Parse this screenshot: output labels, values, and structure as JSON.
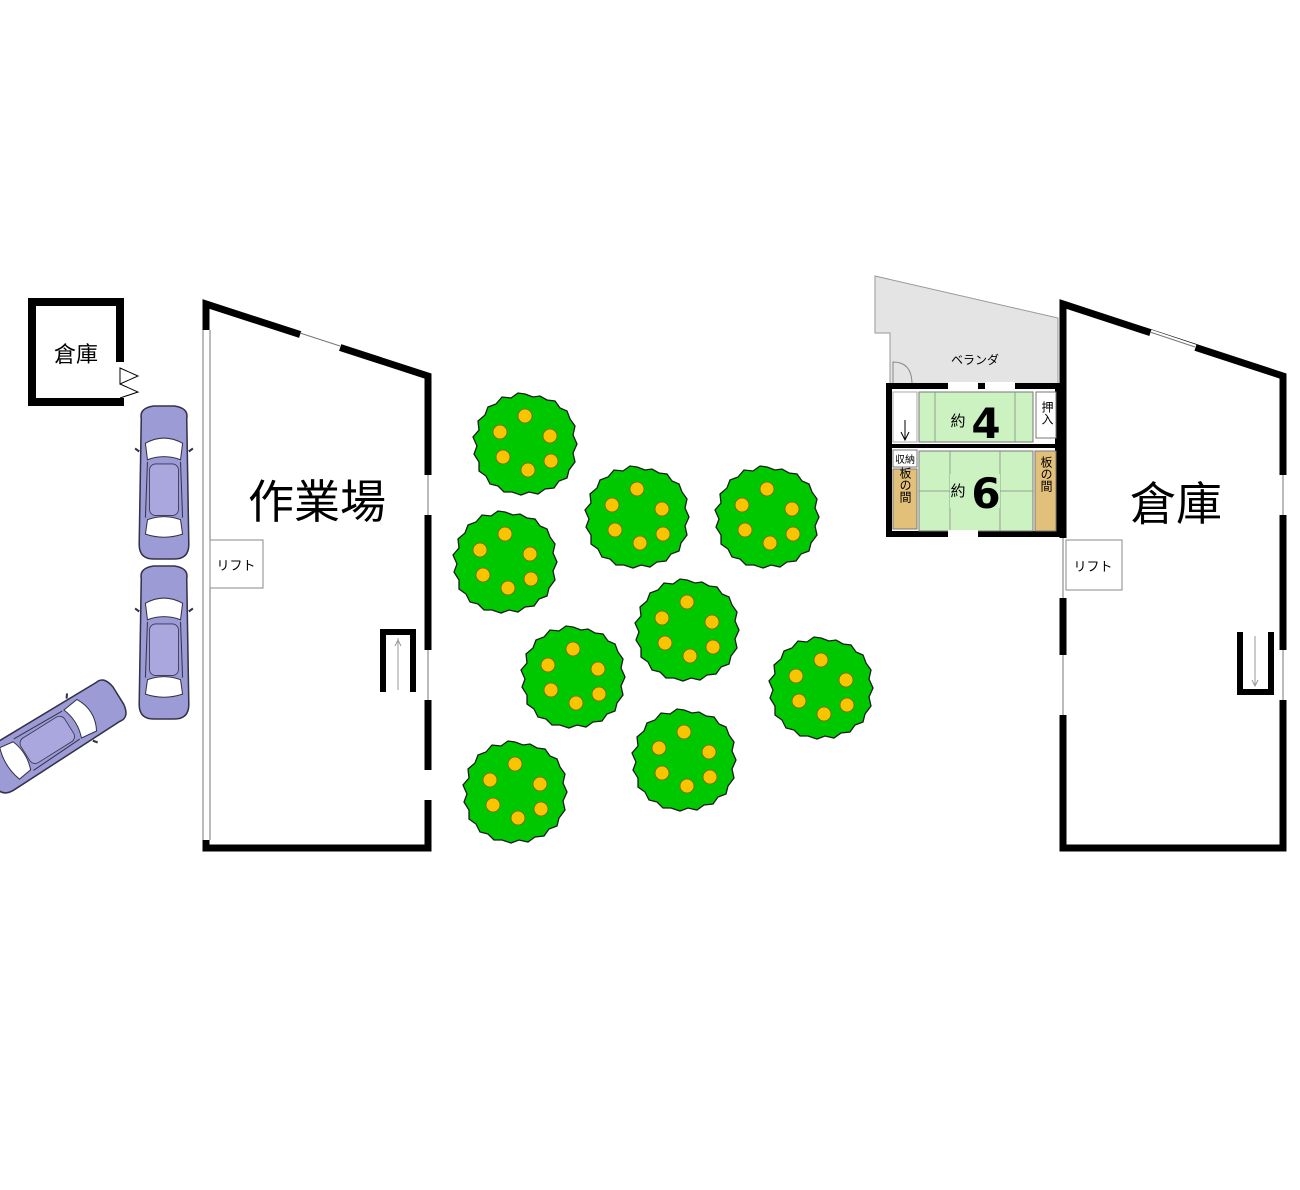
{
  "labels": {
    "small_storage": "倉庫",
    "workshop": "作業場",
    "lift_left": "リフト",
    "veranda": "ベランダ",
    "room_upper_prefix": "約",
    "room_upper_size": "4",
    "room_lower_prefix": "約",
    "room_lower_size": "6",
    "oshiire": "押入",
    "storage_closet": "収納",
    "wood_floor_left": "板の間",
    "wood_floor_right": "板の間",
    "warehouse_right": "倉庫",
    "lift_right": "リフト"
  },
  "colors": {
    "wall": "#000000",
    "tatami": "#ccf2c2",
    "wood_floor": "#e3c07a",
    "veranda": "#e4e4e4",
    "tree": "#00c800",
    "fruit": "#f9c500",
    "car_body": "#9d9bd6",
    "car_glass": "#ffffff"
  },
  "icons": [
    "car-icon",
    "tree-icon",
    "stairs-icon",
    "door-swing-icon"
  ]
}
